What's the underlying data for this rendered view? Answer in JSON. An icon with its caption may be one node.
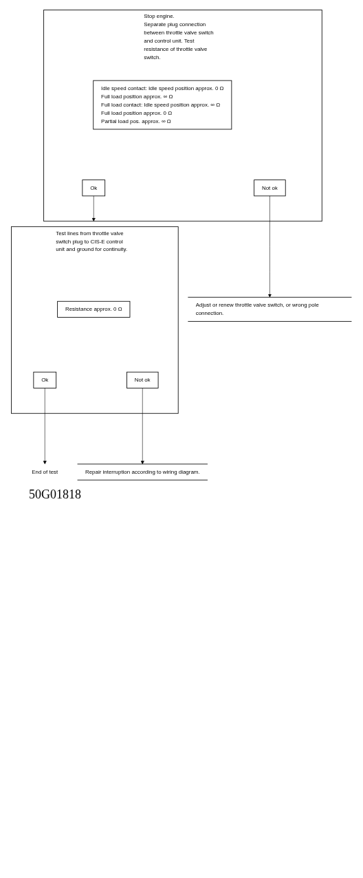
{
  "diagram": {
    "nodes": [
      {
        "text": [
          "Stop engine.",
          "Separate plug connection between throttle valve switch and control unit. Test resistance of throttle valve switch."
        ]
      },
      {
        "text": [
          "Idle speed contact: Idle speed position approx. 0 Ω",
          "Full load position approx. ∞ Ω",
          "Full load contact: Idle speed position approx. ∞ Ω",
          "Full load position approx. 0 Ω",
          "Partial load pos. approx. ∞ Ω"
        ],
        "in": 0
      },
      {
        "text": [
          "Ok"
        ],
        "in": 0
      },
      {
        "text": [
          "Not ok"
        ],
        "in": 0
      },
      {
        "text": [
          "Adjust or renew throttle valve switch, or wrong pole connection."
        ]
      },
      {
        "text": [
          "Test lines from throttle valve switch plug to CIS-E control unit and ground for continuity."
        ]
      },
      {
        "text": [
          "Resistance approx. 0 Ω"
        ],
        "in": 5
      },
      {
        "text": [
          "Ok"
        ],
        "in": 5
      },
      {
        "text": [
          "Not ok"
        ],
        "in": 5
      },
      {
        "text": [
          "Repair interruption according to wiring diagram."
        ]
      },
      {
        "text": [
          "End of test"
        ]
      }
    ],
    "edges": [
      {
        "from": 2,
        "to": 5,
        "arrow": "to"
      },
      {
        "from": 3,
        "to": 4,
        "arrow": "to"
      },
      {
        "from": 7,
        "to": 10,
        "arrow": "to"
      },
      {
        "from": 8,
        "to": 9,
        "arrow": "to"
      }
    ],
    "labels": [
      "50G01818"
    ]
  }
}
